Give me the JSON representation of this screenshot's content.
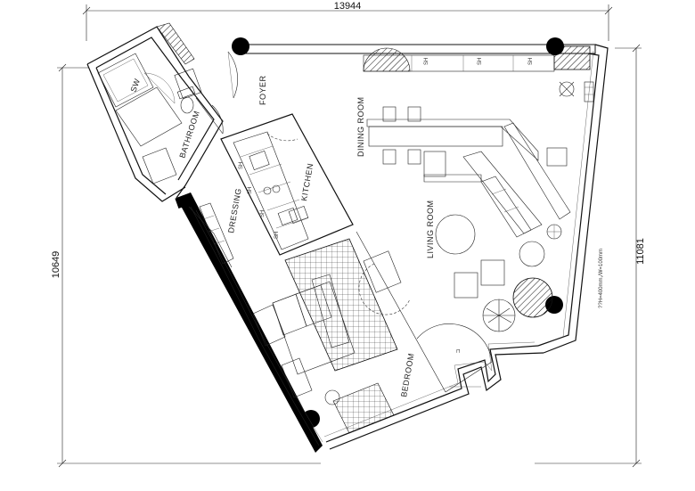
{
  "dimensions": {
    "top": "13944",
    "left": "10649",
    "right": "11081"
  },
  "rooms": {
    "foyer": "FOYER",
    "bathroom": "BATHROOM",
    "sw": "SW",
    "dressing": "DRESSING",
    "kitchen": "KITCHEN",
    "dining_room": "DINING ROOM",
    "living_room": "LIVING ROOM",
    "bedroom": "BEDROOM"
  },
  "annotations": {
    "sh": "SH",
    "hw_note": "??H=400mm,/W=100mm"
  }
}
